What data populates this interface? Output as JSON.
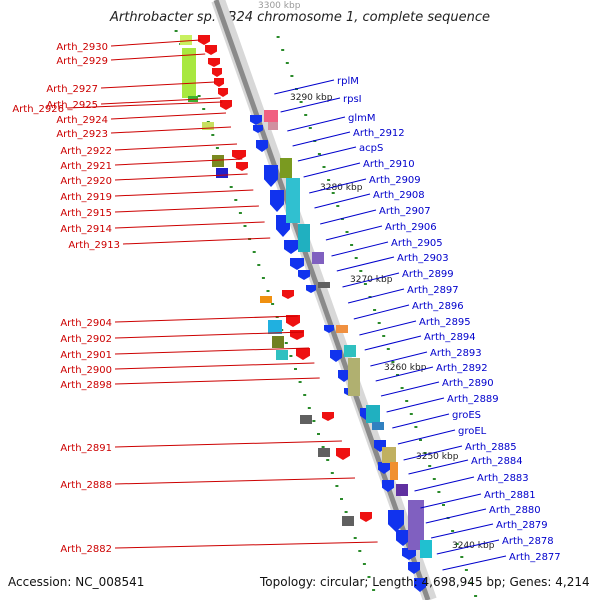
{
  "title": "Arthrobacter sp. FB24 chromosome 1, complete sequence",
  "footer": {
    "accession": "Accession: NC_008541",
    "topology": "Topology: circular; Length: 4,698,945 bp; Genes: 4,214"
  },
  "colors": {
    "backbone_dark": "#808080",
    "backbone_light": "#c8c8c8",
    "left_label": "#cc0000",
    "right_label": "#0000cc",
    "tick": "#2a8a2a"
  },
  "kbp_markers": [
    "3290 kbp",
    "3280 kbp",
    "3270 kbp",
    "3260 kbp",
    "3250 kbp",
    "3240 kbp"
  ],
  "top_marker": "3300 kbp",
  "left_labels": [
    "Arth_2930",
    "Arth_2929",
    "Arth_2927",
    "Arth_2926",
    "Arth_2925",
    "Arth_2924",
    "Arth_2923",
    "Arth_2922",
    "Arth_2921",
    "Arth_2920",
    "Arth_2919",
    "Arth_2915",
    "Arth_2914",
    "Arth_2913",
    "Arth_2904",
    "Arth_2902",
    "Arth_2901",
    "Arth_2900",
    "Arth_2898",
    "Arth_2891",
    "Arth_2888",
    "Arth_2882"
  ],
  "right_labels": [
    "rplM",
    "rpsI",
    "glmM",
    "Arth_2912",
    "acpS",
    "Arth_2910",
    "Arth_2909",
    "Arth_2908",
    "Arth_2907",
    "Arth_2906",
    "Arth_2905",
    "Arth_2903",
    "Arth_2899",
    "Arth_2897",
    "Arth_2896",
    "Arth_2895",
    "Arth_2894",
    "Arth_2893",
    "Arth_2892",
    "Arth_2890",
    "Arth_2889",
    "groES",
    "groEL",
    "Arth_2885",
    "Arth_2884",
    "Arth_2883",
    "Arth_2881",
    "Arth_2880",
    "Arth_2879",
    "Arth_2878",
    "Arth_2877"
  ]
}
